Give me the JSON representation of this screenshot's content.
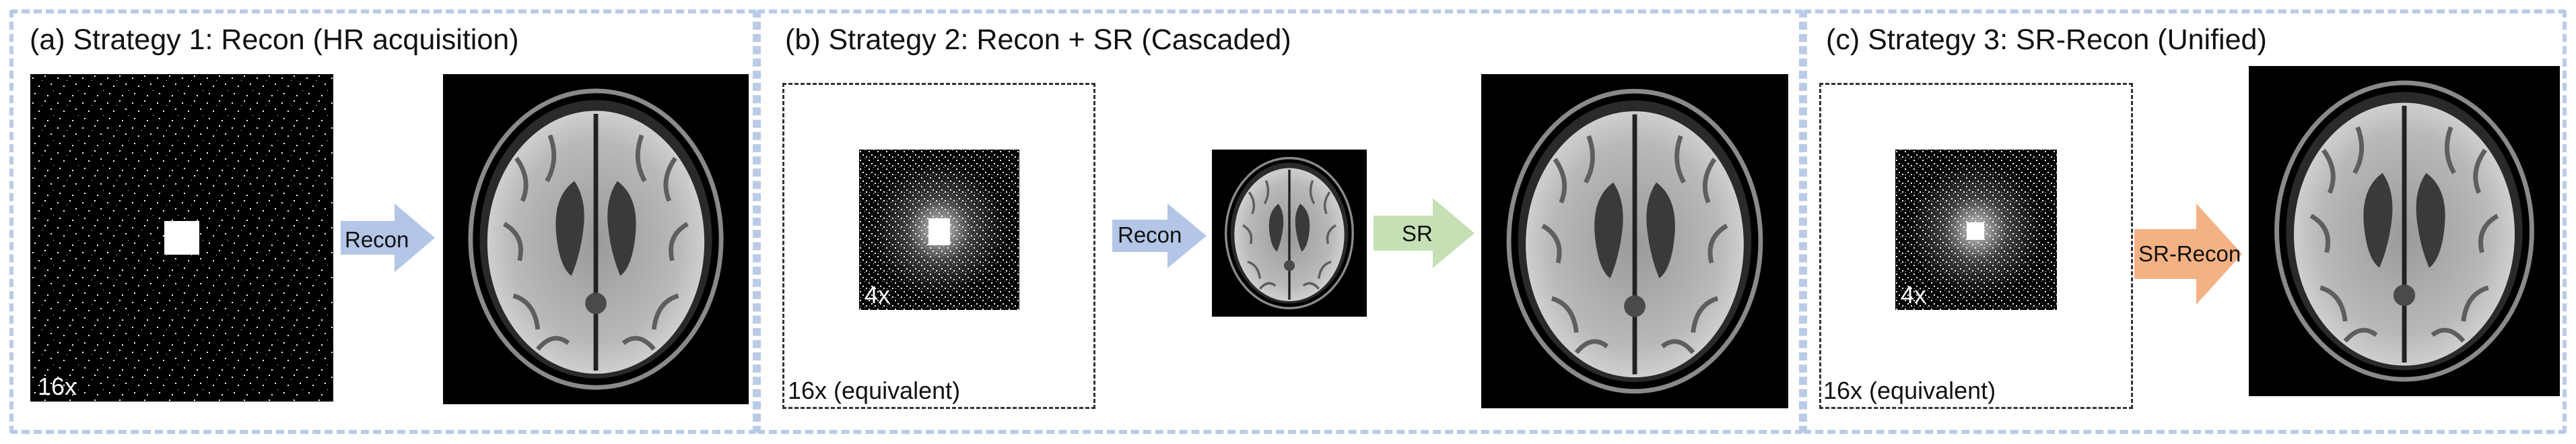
{
  "panels": [
    {
      "title": "(a) Strategy 1: Recon (HR acquisition)",
      "mask_label": "16x",
      "arrow_label": "Recon"
    },
    {
      "title": "(b) Strategy 2: Recon + SR (Cascaded)",
      "inner_label": "4x",
      "box_label": "16x (equivalent)",
      "arrow1_label": "Recon",
      "arrow2_label": "SR"
    },
    {
      "title": "(c) Strategy 3: SR-Recon (Unified)",
      "inner_label": "4x",
      "box_label": "16x (equivalent)",
      "arrow_label": "SR-Recon"
    }
  ],
  "colors": {
    "frame_border": "#b9cbe6",
    "arrow_recon": "#b4c6e7",
    "arrow_sr": "#c5e0b4",
    "arrow_srrecon": "#f4b183"
  }
}
